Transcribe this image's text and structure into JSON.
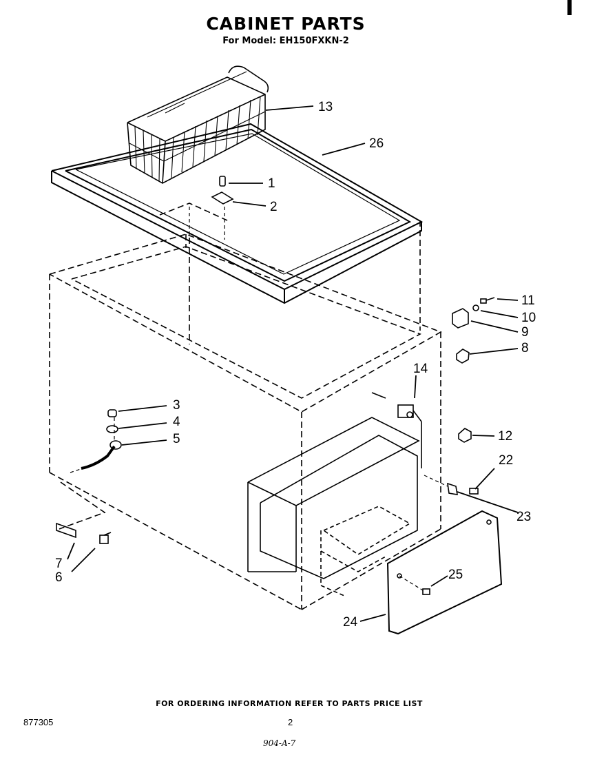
{
  "header": {
    "title": "CABINET PARTS",
    "subtitle": "For Model: EH150FXKN-2"
  },
  "callouts": [
    "13",
    "26",
    "1",
    "2",
    "11",
    "10",
    "9",
    "8",
    "14",
    "3",
    "4",
    "5",
    "12",
    "22",
    "23",
    "7",
    "6",
    "25",
    "24"
  ],
  "footer": {
    "note": "FOR ORDERING INFORMATION REFER TO PARTS PRICE LIST",
    "doc_number": "877305",
    "page_number": "2",
    "handwritten": "904-A-7"
  }
}
